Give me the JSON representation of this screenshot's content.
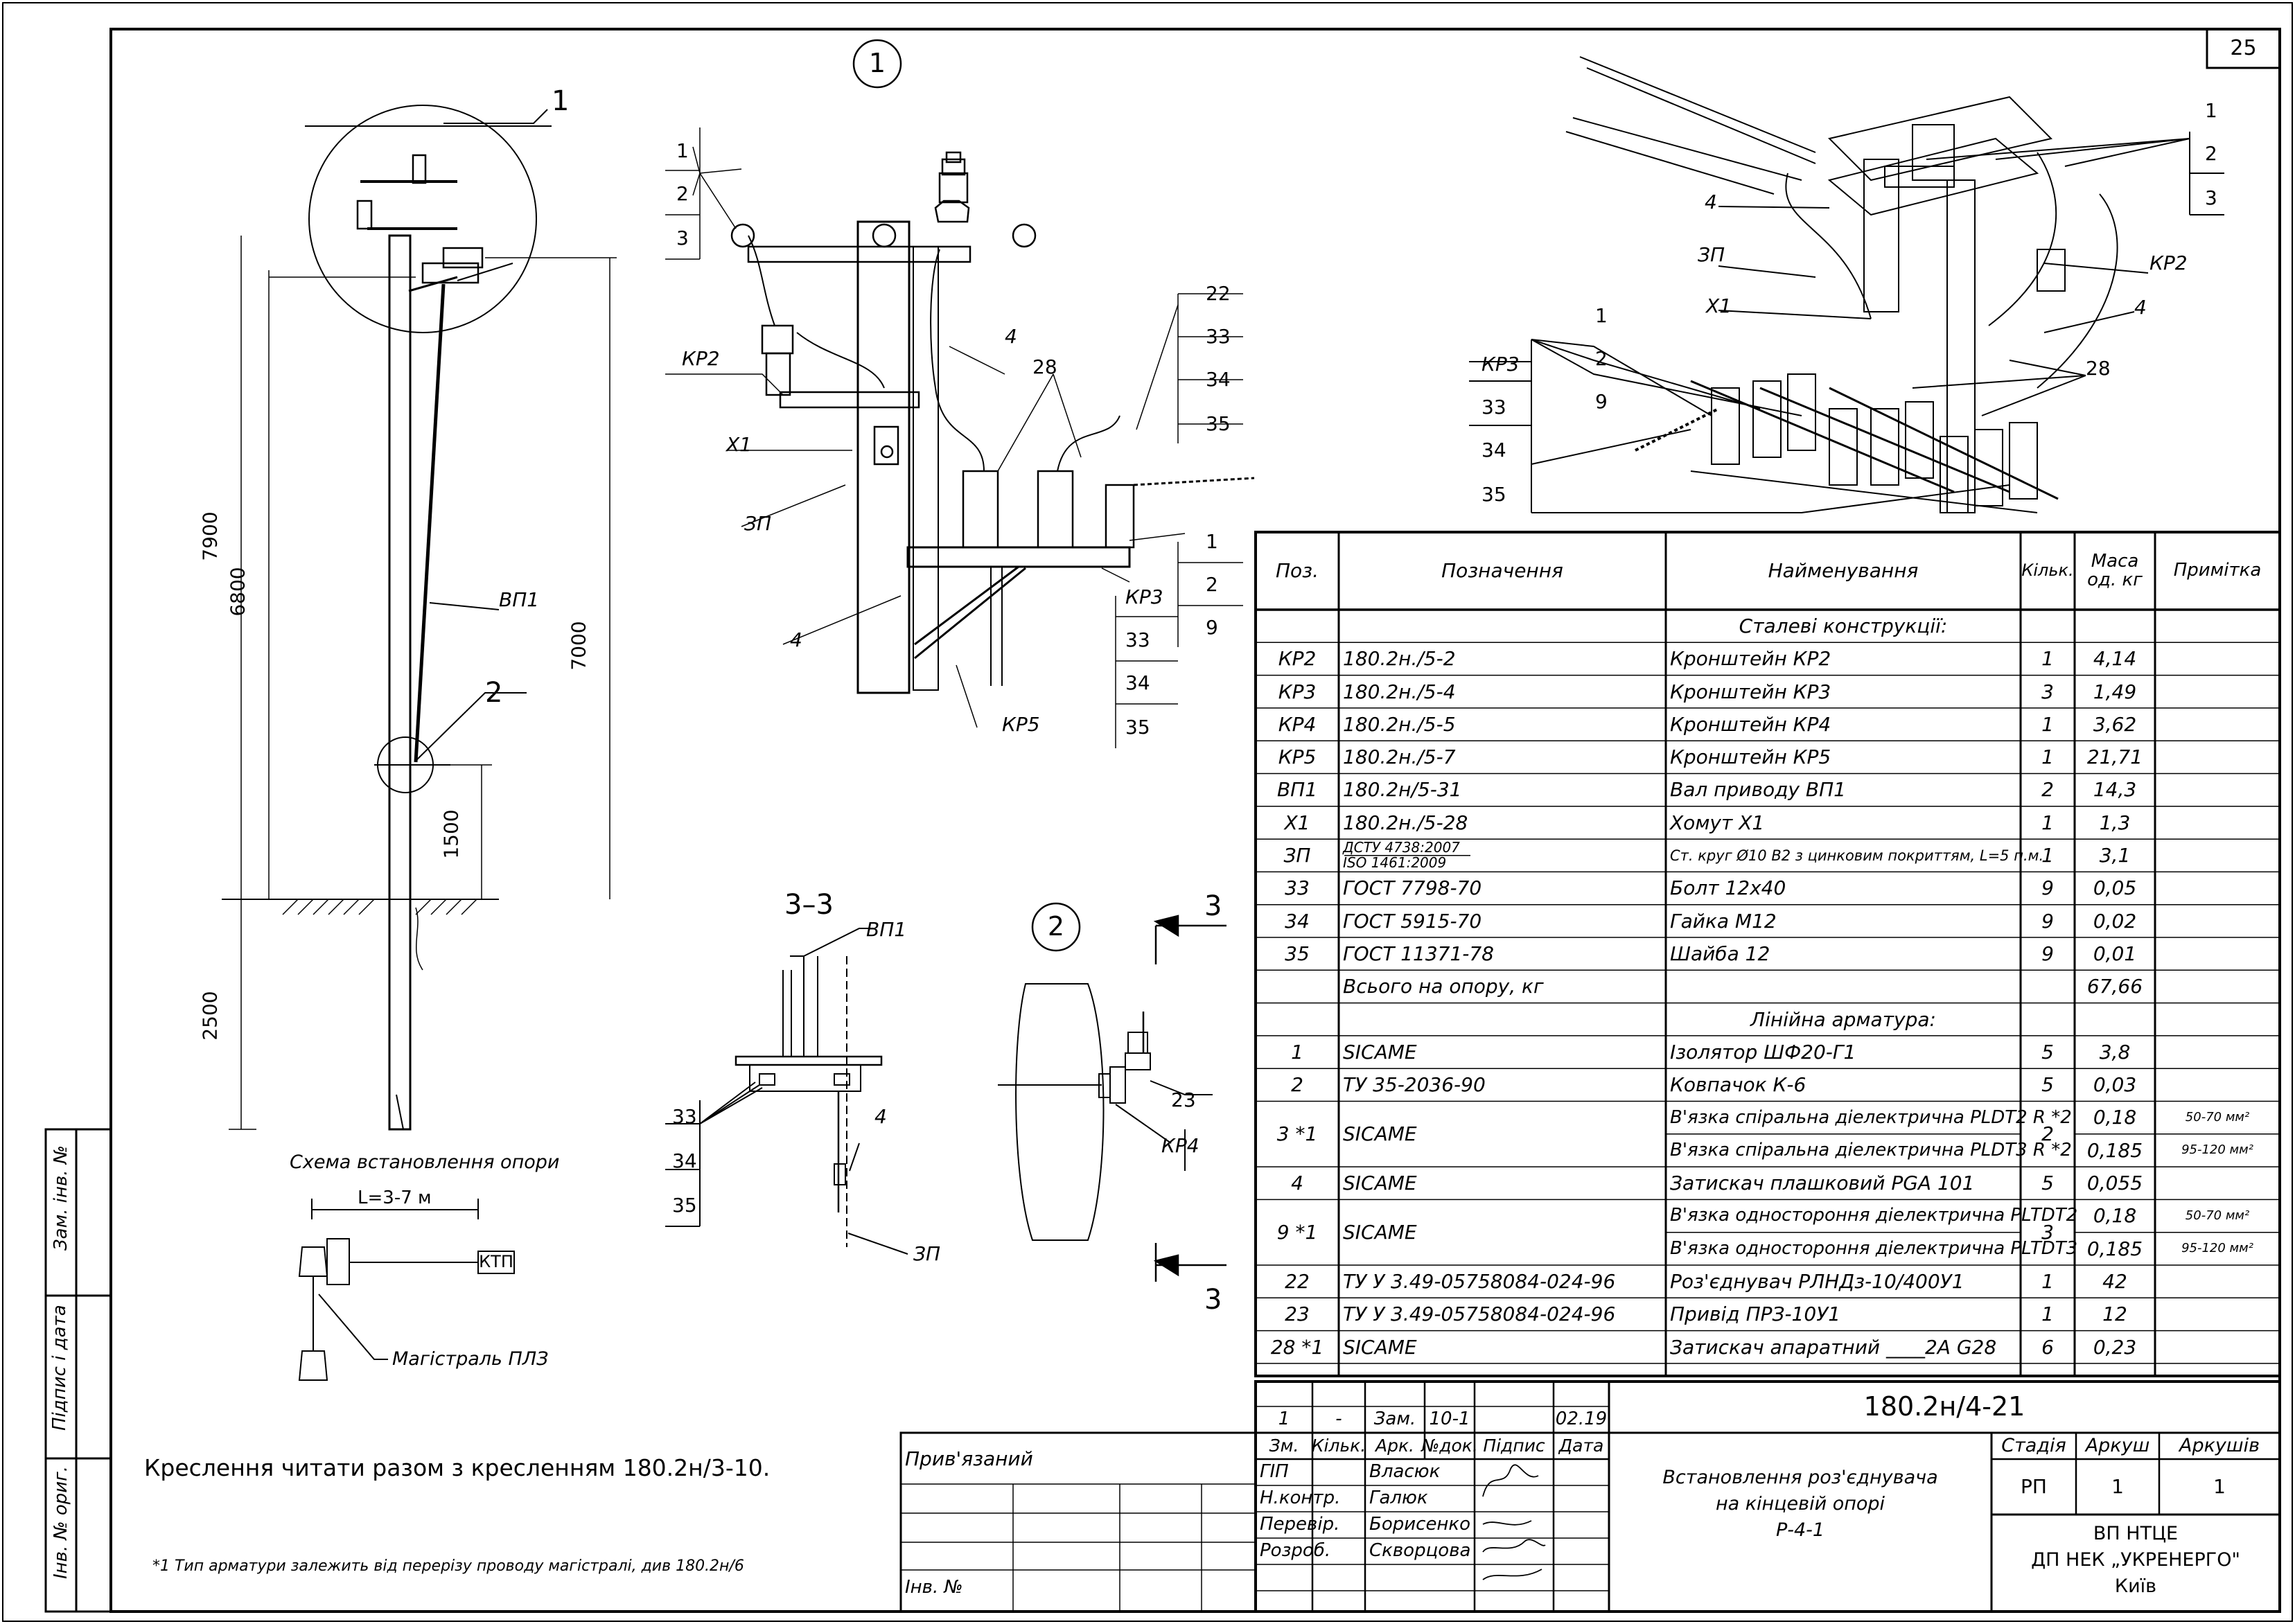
{
  "sheet_number": "25",
  "callouts": {
    "detail_1": "1",
    "detail_2": "2",
    "section_33": "3–3",
    "view_3a": "3",
    "view_3b": "3"
  },
  "pole_labels": {
    "c1": "1",
    "c2": "2",
    "vp1": "ВП1",
    "d7900": "7900",
    "d6800": "6800",
    "d7000": "7000",
    "d1500": "1500",
    "d2500": "2500"
  },
  "pole_caption": "Схема встановлення опори",
  "scheme": {
    "length": "L=3-7 м",
    "ktp": "КТП",
    "mainline": "Магістраль ПЛЗ"
  },
  "detail1_labels": {
    "a1": "1",
    "a2": "2",
    "a3": "3",
    "kp2": "КР2",
    "x1": "Х1",
    "zp": "ЗП",
    "l4": "4",
    "l4b": "4",
    "l28": "28",
    "b22": "22",
    "b33": "33",
    "b34": "34",
    "b35": "35",
    "c1": "1",
    "c2": "2",
    "c9": "9",
    "kp3": "КР3",
    "d33": "33",
    "d34": "34",
    "d35": "35",
    "kp5": "КР5"
  },
  "section_labels": {
    "vp1": "ВП1",
    "s33": "33",
    "s34": "34",
    "s35": "35",
    "s4": "4",
    "zp": "ЗП"
  },
  "detail2_labels": {
    "l23": "23",
    "kp4": "КР4"
  },
  "iso_labels": {
    "r1": "1",
    "r2": "2",
    "r3": "3",
    "kp2": "КР2",
    "r4": "4",
    "r28": "28",
    "l4": "4",
    "zp": "ЗП",
    "x1": "Х1",
    "m1": "1",
    "m2": "2",
    "m9": "9",
    "kp3": "КР3",
    "k33": "33",
    "k34": "34",
    "k35": "35"
  },
  "spec": {
    "headers": [
      "Поз.",
      "Позначення",
      "Найменування",
      "Кільк.",
      "Маса од. кг",
      "Примітка"
    ],
    "section_steel": "Сталеві конструкції:",
    "section_line": "Лінійна арматура:",
    "rows": [
      {
        "pos": "КР2",
        "des": "180.2н./5-2",
        "name": "Кронштейн КР2",
        "qty": "1",
        "mass": "4,14",
        "note": ""
      },
      {
        "pos": "КР3",
        "des": "180.2н./5-4",
        "name": "Кронштейн КР3",
        "qty": "3",
        "mass": "1,49",
        "note": ""
      },
      {
        "pos": "КР4",
        "des": "180.2н./5-5",
        "name": "Кронштейн КР4",
        "qty": "1",
        "mass": "3,62",
        "note": ""
      },
      {
        "pos": "КР5",
        "des": "180.2н./5-7",
        "name": "Кронштейн КР5",
        "qty": "1",
        "mass": "21,71",
        "note": ""
      },
      {
        "pos": "ВП1",
        "des": "180.2н/5-31",
        "name": "Вал приводу ВП1",
        "qty": "2",
        "mass": "14,3",
        "note": ""
      },
      {
        "pos": "Х1",
        "des": "180.2н./5-28",
        "name": "Хомут Х1",
        "qty": "1",
        "mass": "1,3",
        "note": ""
      },
      {
        "pos": "ЗП",
        "des": "ДСТУ 4738:2007 / ISO 1461:2009",
        "name": "Ст. круг Ø10 В2 з цинковим покриттям, L=5 п.м.",
        "qty": "1",
        "mass": "3,1",
        "note": ""
      },
      {
        "pos": "33",
        "des": "ГОСТ 7798-70",
        "name": "Болт 12х40",
        "qty": "9",
        "mass": "0,05",
        "note": ""
      },
      {
        "pos": "34",
        "des": "ГОСТ 5915-70",
        "name": "Гайка М12",
        "qty": "9",
        "mass": "0,02",
        "note": ""
      },
      {
        "pos": "35",
        "des": "ГОСТ 11371-78",
        "name": "Шайба 12",
        "qty": "9",
        "mass": "0,01",
        "note": ""
      },
      {
        "pos": "",
        "des": "Всього на опору, кг",
        "name": "",
        "qty": "",
        "mass": "67,66",
        "note": ""
      },
      {
        "pos": "1",
        "des": "SICAME",
        "name": "Ізолятор ШФ20-Г1",
        "qty": "5",
        "mass": "3,8",
        "note": ""
      },
      {
        "pos": "2",
        "des": "ТУ 35-2036-90",
        "name": "Ковпачок К-6",
        "qty": "5",
        "mass": "0,03",
        "note": ""
      },
      {
        "pos": "3 *1",
        "des": "SICAME",
        "name": "В'язка спіральна діелектрична PLDT2 R *2",
        "name2": "В'язка спіральна діелектрична PLDT3 R *2",
        "qty": "2",
        "mass": "0,18",
        "mass2": "0,185",
        "note": "50-70 мм²",
        "note2": "95-120 мм²"
      },
      {
        "pos": "4",
        "des": "SICAME",
        "name": "Затискач плашковий PGA 101",
        "qty": "5",
        "mass": "0,055",
        "note": ""
      },
      {
        "pos": "9 *1",
        "des": "SICAME",
        "name": "В'язка одностороння діелектрична PLTDT2",
        "name2": "В'язка одностороння діелектрична PLTDT3",
        "qty": "3",
        "mass": "0,18",
        "mass2": "0,185",
        "note": "50-70 мм²",
        "note2": "95-120 мм²"
      },
      {
        "pos": "22",
        "des": "ТУ У 3.49-05758084-024-96",
        "name": "Роз'єднувач РЛНДз-10/400У1",
        "qty": "1",
        "mass": "42",
        "note": ""
      },
      {
        "pos": "23",
        "des": "ТУ У 3.49-05758084-024-96",
        "name": "Привід ПРЗ-10У1",
        "qty": "1",
        "mass": "12",
        "note": ""
      },
      {
        "pos": "28 *1",
        "des": "SICAME",
        "name": "Затискач апаратний ____2А G28",
        "qty": "6",
        "mass": "0,23",
        "note": ""
      }
    ]
  },
  "title_block": {
    "rev_row": [
      "1",
      "-",
      "Зам.",
      "10-1",
      "",
      "02.19"
    ],
    "hdr_row": [
      "Зм.",
      "Кільк.",
      "Арк.",
      "№док.",
      "Підпис",
      "Дата"
    ],
    "people": [
      {
        "role": "ГІП",
        "name": "Власюк"
      },
      {
        "role": "Н.контр.",
        "name": "Галюк"
      },
      {
        "role": "Перевір.",
        "name": "Борисенко"
      },
      {
        "role": "Розроб.",
        "name": "Скворцова"
      }
    ],
    "code": "180.2н/4-21",
    "title_line1": "Встановлення роз'єднувача",
    "title_line2": "на кінцевій опорі",
    "title_line3": "Р-4-1",
    "stage_hdr": "Стадія",
    "sheet_hdr": "Аркуш",
    "sheets_hdr": "Аркушів",
    "stage": "РП",
    "sheet": "1",
    "sheets": "1",
    "org1": "ВП НТЦЕ",
    "org2": "ДП НЕК „УКРЕНЕРГО\"",
    "org3": "Київ",
    "attached": "Прив'язаний",
    "inv_no": "Інв. №"
  },
  "side_stamp": {
    "a": "Зам. інв. №",
    "b": "Підпис і дата",
    "c": "Інв. № ориг."
  },
  "note_read": "Креслення читати разом з кресленням 180.2н/3-10.",
  "note_footnote": "*1 Тип арматури залежить від перерізу проводу магістралі, див 180.2н/6"
}
